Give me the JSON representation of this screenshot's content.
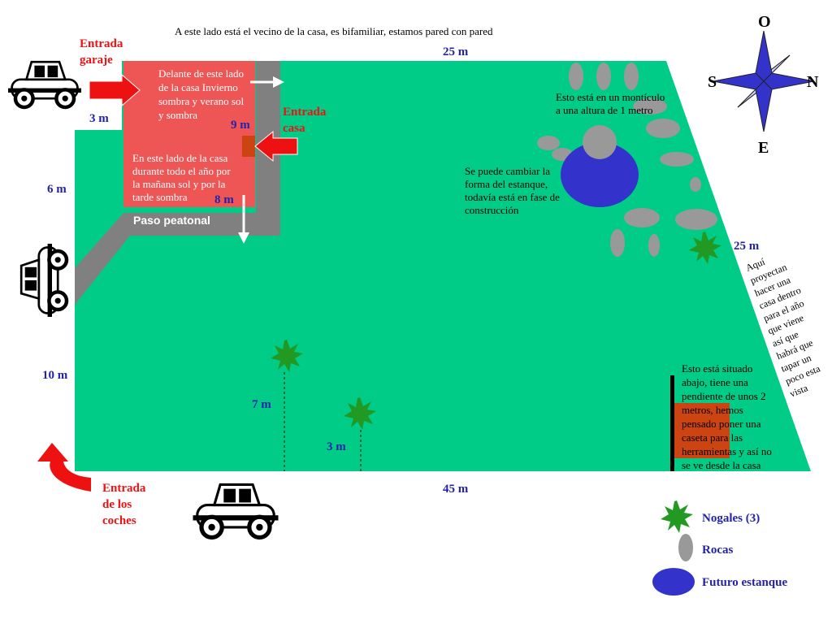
{
  "colors": {
    "lawn": "#00cc88",
    "house": "#ee5555",
    "path": "#808080",
    "rock": "#999999",
    "pond": "#3333cc",
    "tree": "#229922",
    "shed": "#cc4411",
    "red_label": "#ee1111",
    "blue_label": "#2222aa",
    "compass": "#3333cc"
  },
  "labels": {
    "neighbour": "A este lado está el vecino de la casa, es bifamiliar, estamos pared con pared",
    "entrada_garaje_1": "Entrada",
    "entrada_garaje_2": "garaje",
    "entrada_casa_1": "Entrada",
    "entrada_casa_2": "casa",
    "entrada_coches_1": "Entrada",
    "entrada_coches_2": "de los",
    "entrada_coches_3": "coches",
    "paso_peatonal": "Paso peatonal",
    "house_front": [
      "Delante de este lado",
      "de la casa Invierno",
      "sombra y verano sol",
      "y sombra"
    ],
    "house_side": [
      "En este lado de la casa",
      "durante todo el año por",
      "la mañana sol y por la",
      "tarde sombra"
    ],
    "mound": [
      "Esto está en un montículo",
      "a una altura de 1 metro"
    ],
    "pond_note": [
      "Se puede cambiar la",
      "forma del estanque,",
      "todavía está en fase de",
      "construcción"
    ],
    "plan_house": [
      "Aquí",
      "proyectan",
      "hacer una",
      "casa dentro",
      "para el año",
      "que viene",
      "así que",
      "habrá que",
      "tapar un",
      "poco esta",
      "vista"
    ],
    "shed_note": [
      "Esto está situado",
      "abajo, tiene una",
      "pendiente de unos 2",
      "metros, hemos",
      "pensado poner una",
      "caseta para las",
      "herramientas y así no",
      "se ve desde la casa"
    ]
  },
  "dimensions": {
    "top": "25 m",
    "bottom": "45 m",
    "right": "25 m",
    "garage_gap": "3 m",
    "left_upper": "6 m",
    "left_lower": "10 m",
    "house_side": "9 m",
    "house_bottom": "8 m",
    "tree_1": "7 m",
    "tree_2": "3 m"
  },
  "compass": {
    "north": "N",
    "south": "S",
    "east": "E",
    "west": "O"
  },
  "legend": [
    {
      "symbol": "tree-icon",
      "label": "Nogales (3)"
    },
    {
      "symbol": "rock-icon",
      "label": "Rocas"
    },
    {
      "symbol": "pond-icon",
      "label": "Futuro estanque"
    }
  ]
}
